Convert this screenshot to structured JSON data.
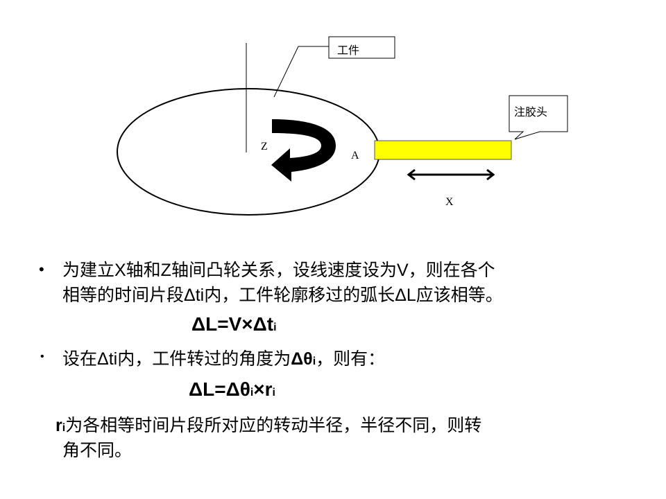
{
  "diagram": {
    "workpiece_label": "工件",
    "nozzle_label": "注胶头",
    "z_label": "Z",
    "a_label": "A",
    "x_label": "X",
    "nozzle_color": "#ffff00"
  },
  "bullets": [
    {
      "line1": "为建立X轴和Z轴间凸轮关系，设线速度设为V，则在各个",
      "line2": "相等的时间片段Δti内，工件轮廓移过的弧长ΔL应该相等。"
    },
    {
      "text_a": "设在Δti内，工件转过的角度为",
      "text_b": "Δθ",
      "text_b_sub": "i",
      "text_c": "，则有："
    }
  ],
  "formula1": {
    "main": "ΔL=V×Δt",
    "sub": "i"
  },
  "formula2": {
    "main_a": "ΔL=Δθ",
    "sub_a": "i",
    "main_b": "×r",
    "sub_b": "i"
  },
  "note": {
    "r": "r",
    "r_sub": "i",
    "line1": "为各相等时间片段所对应的转动半径，半径不同，则转",
    "line2": "角不同。"
  }
}
